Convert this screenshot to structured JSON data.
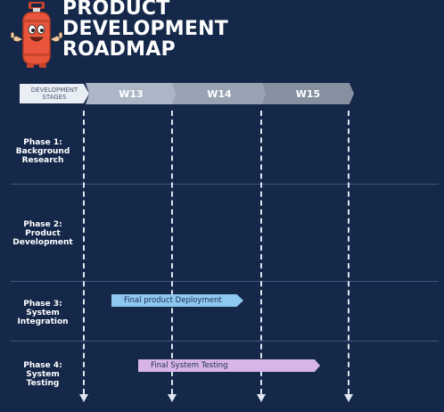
{
  "title": {
    "line1": "PRODUCT",
    "line2": "DEVELOPMENT",
    "line3": "ROADMAP"
  },
  "header": {
    "stages_label_line1": "DEVELOPMENT",
    "stages_label_line2": "STAGES",
    "weeks": [
      "W13",
      "W14",
      "W15"
    ]
  },
  "phases": [
    {
      "line1": "Phase 1:",
      "line2": "Background",
      "line3": "Research"
    },
    {
      "line1": "Phase 2:",
      "line2": "Product",
      "line3": "Development"
    },
    {
      "line1": "Phase 3:",
      "line2": "System",
      "line3": "Integration"
    },
    {
      "line1": "Phase 4:",
      "line2": "System",
      "line3": "Testing"
    }
  ],
  "tasks": [
    {
      "label": "Final product Deployment",
      "phase": "Phase 3",
      "color": "#8ec7ef"
    },
    {
      "label": "Final System Testing",
      "phase": "Phase 4",
      "color": "#d7b5e8"
    }
  ],
  "colors": {
    "background": "#15284a",
    "mascot": "#e8553a"
  },
  "icons": {
    "mascot": "gas-cylinder-mascot-icon"
  }
}
